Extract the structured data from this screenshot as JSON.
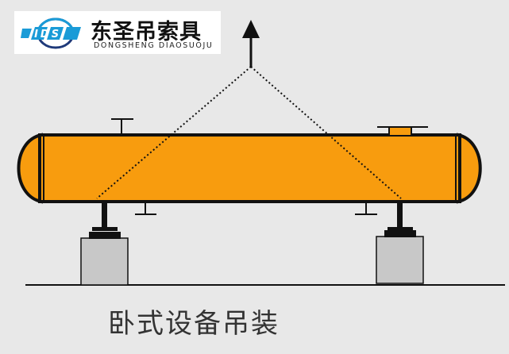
{
  "logo": {
    "mark_text": "IDSJ",
    "brand_cn": "东圣吊索具",
    "brand_en": "DONGSHENG DIAOSUOJU"
  },
  "caption": "卧式设备吊装",
  "colors": {
    "background": "#e8e8e8",
    "vessel_fill": "#f89c0e",
    "outline": "#111111",
    "support_block": "#c8c8c8",
    "logo_blue": "#1a9bd7",
    "logo_navy": "#1f3a7a"
  },
  "icons": {
    "lift_arrow": "arrow-up-icon",
    "logo_mark": "ring-logo-icon"
  }
}
